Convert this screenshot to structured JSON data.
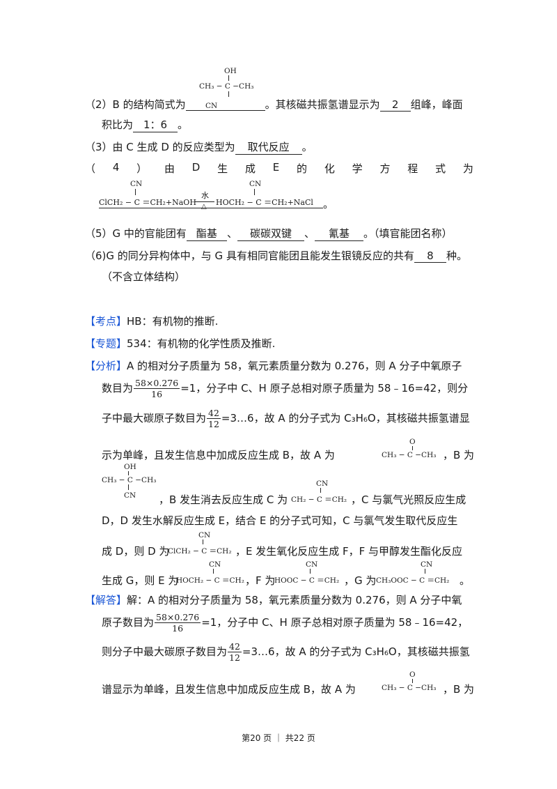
{
  "q2": {
    "text1": "（2）B 的结构简式为",
    "text2": "。其核磁共振氢谱显示为",
    "answer_peaks": "2",
    "text3": "组峰，峰面",
    "text4": "积比为",
    "answer_ratio": "1：6",
    "text5": "。",
    "struct_top": "OH",
    "struct_mid": "CH₃ − C −CH₃",
    "struct_bot": "CN"
  },
  "q3": {
    "text1": "（3）由 C 生成 D 的反应类型为",
    "answer": "取代反应",
    "text2": "。"
  },
  "q4": {
    "header": [
      "（",
      "4",
      "）",
      "由",
      "D",
      "生",
      "成",
      "E",
      "的",
      "化",
      "学",
      "方",
      "程",
      "式",
      "为"
    ],
    "eq_left": "ClCH₂ − C ＝CH₂+NaOH",
    "eq_cond_top": "水",
    "eq_cond_bot": "△",
    "eq_right": "HOCH₂ − C ＝CH₂+NaCl",
    "cn": "CN",
    "text_end": "。"
  },
  "q5": {
    "text1": "（5）G 中的官能团有",
    "ans1": "酯基",
    "sep1": "、",
    "ans2": "碳碳双键",
    "sep2": "、",
    "ans3": "氰基",
    "text2": "。（填官能团名称）"
  },
  "q6": {
    "text1": "（6)G 的同分异构体中，与 G 具有相同官能团且能发生银镜反应的共有",
    "answer": "8",
    "text2": "种。",
    "text3": "（不含立体结构）"
  },
  "kaodian": {
    "tag": "【考点】",
    "text": "HB：有机物的推断."
  },
  "zhuanti": {
    "tag": "【专题】",
    "text": "534：有机物的化学性质及推断."
  },
  "fenxi": {
    "tag": "【分析】",
    "l1": "A 的相对分子质量为 58，氧元素质量分数为 0.276，则 A 分子中氧原子",
    "l2a": "数目为",
    "frac1_num": "58×0.276",
    "frac1_den": "16",
    "l2b": "=1，分子中 C、H 原子总相对原子质量为 58﹣16=42，则分",
    "l3a": "子中最大碳原子数目为",
    "frac2_num": "42",
    "frac2_den": "12",
    "l3b": "=3…6，故 A 的分子式为 C₃H₆O，其核磁共振氢谱显",
    "l4a": "示为单峰，且发生信息中加成反应生成 B，故 A 为",
    "acetone": "CH₃ − C −CH₃",
    "acetone_o": "O",
    "l4b": "，B 为",
    "l5": "，B 发生消去反应生成 C 为",
    "c_struct": "CH₂ − C ＝CH₂",
    "l5b": "，C 与氯气光照反应生成",
    "l6": "D，D 发生水解反应生成 E，结合 E 的分子式可知，C 与氯气发生取代反应生",
    "l7a": "成 D，则 D 为",
    "d_struct": "ClCH₂ − C ＝CH₂",
    "l7b": "，E 发生氧化反应生成 F，F 与甲醇发生酯化反应",
    "l8a": "生成 G，则 E 为",
    "e_struct": "HOCH₂ − C ＝CH₂",
    "l8b": "，F 为",
    "f_struct": "HOOC − C ＝CH₂",
    "l8c": "，G 为",
    "g_struct": "CH₃OOC − C ＝CH₂",
    "l8d": "。",
    "cn": "CN"
  },
  "jieda": {
    "tag": "【解答】",
    "l1": "解：A 的相对分子质量为 58，氧元素质量分数为 0.276，则 A 分子中氧",
    "l2a": "原子数目为",
    "l2b": "=1，分子中 C、H 原子总相对原子质量为 58﹣16=42，",
    "l3a": "则分子中最大碳原子数目为",
    "l3b": "=3…6，故 A 的分子式为 C₃H₆O，其核磁共振氢",
    "l4a": "谱显示为单峰，且发生信息中加成反应生成 B，故 A 为",
    "l4b": "，B 为"
  },
  "footer": "第20 页 ｜ 共22 页"
}
